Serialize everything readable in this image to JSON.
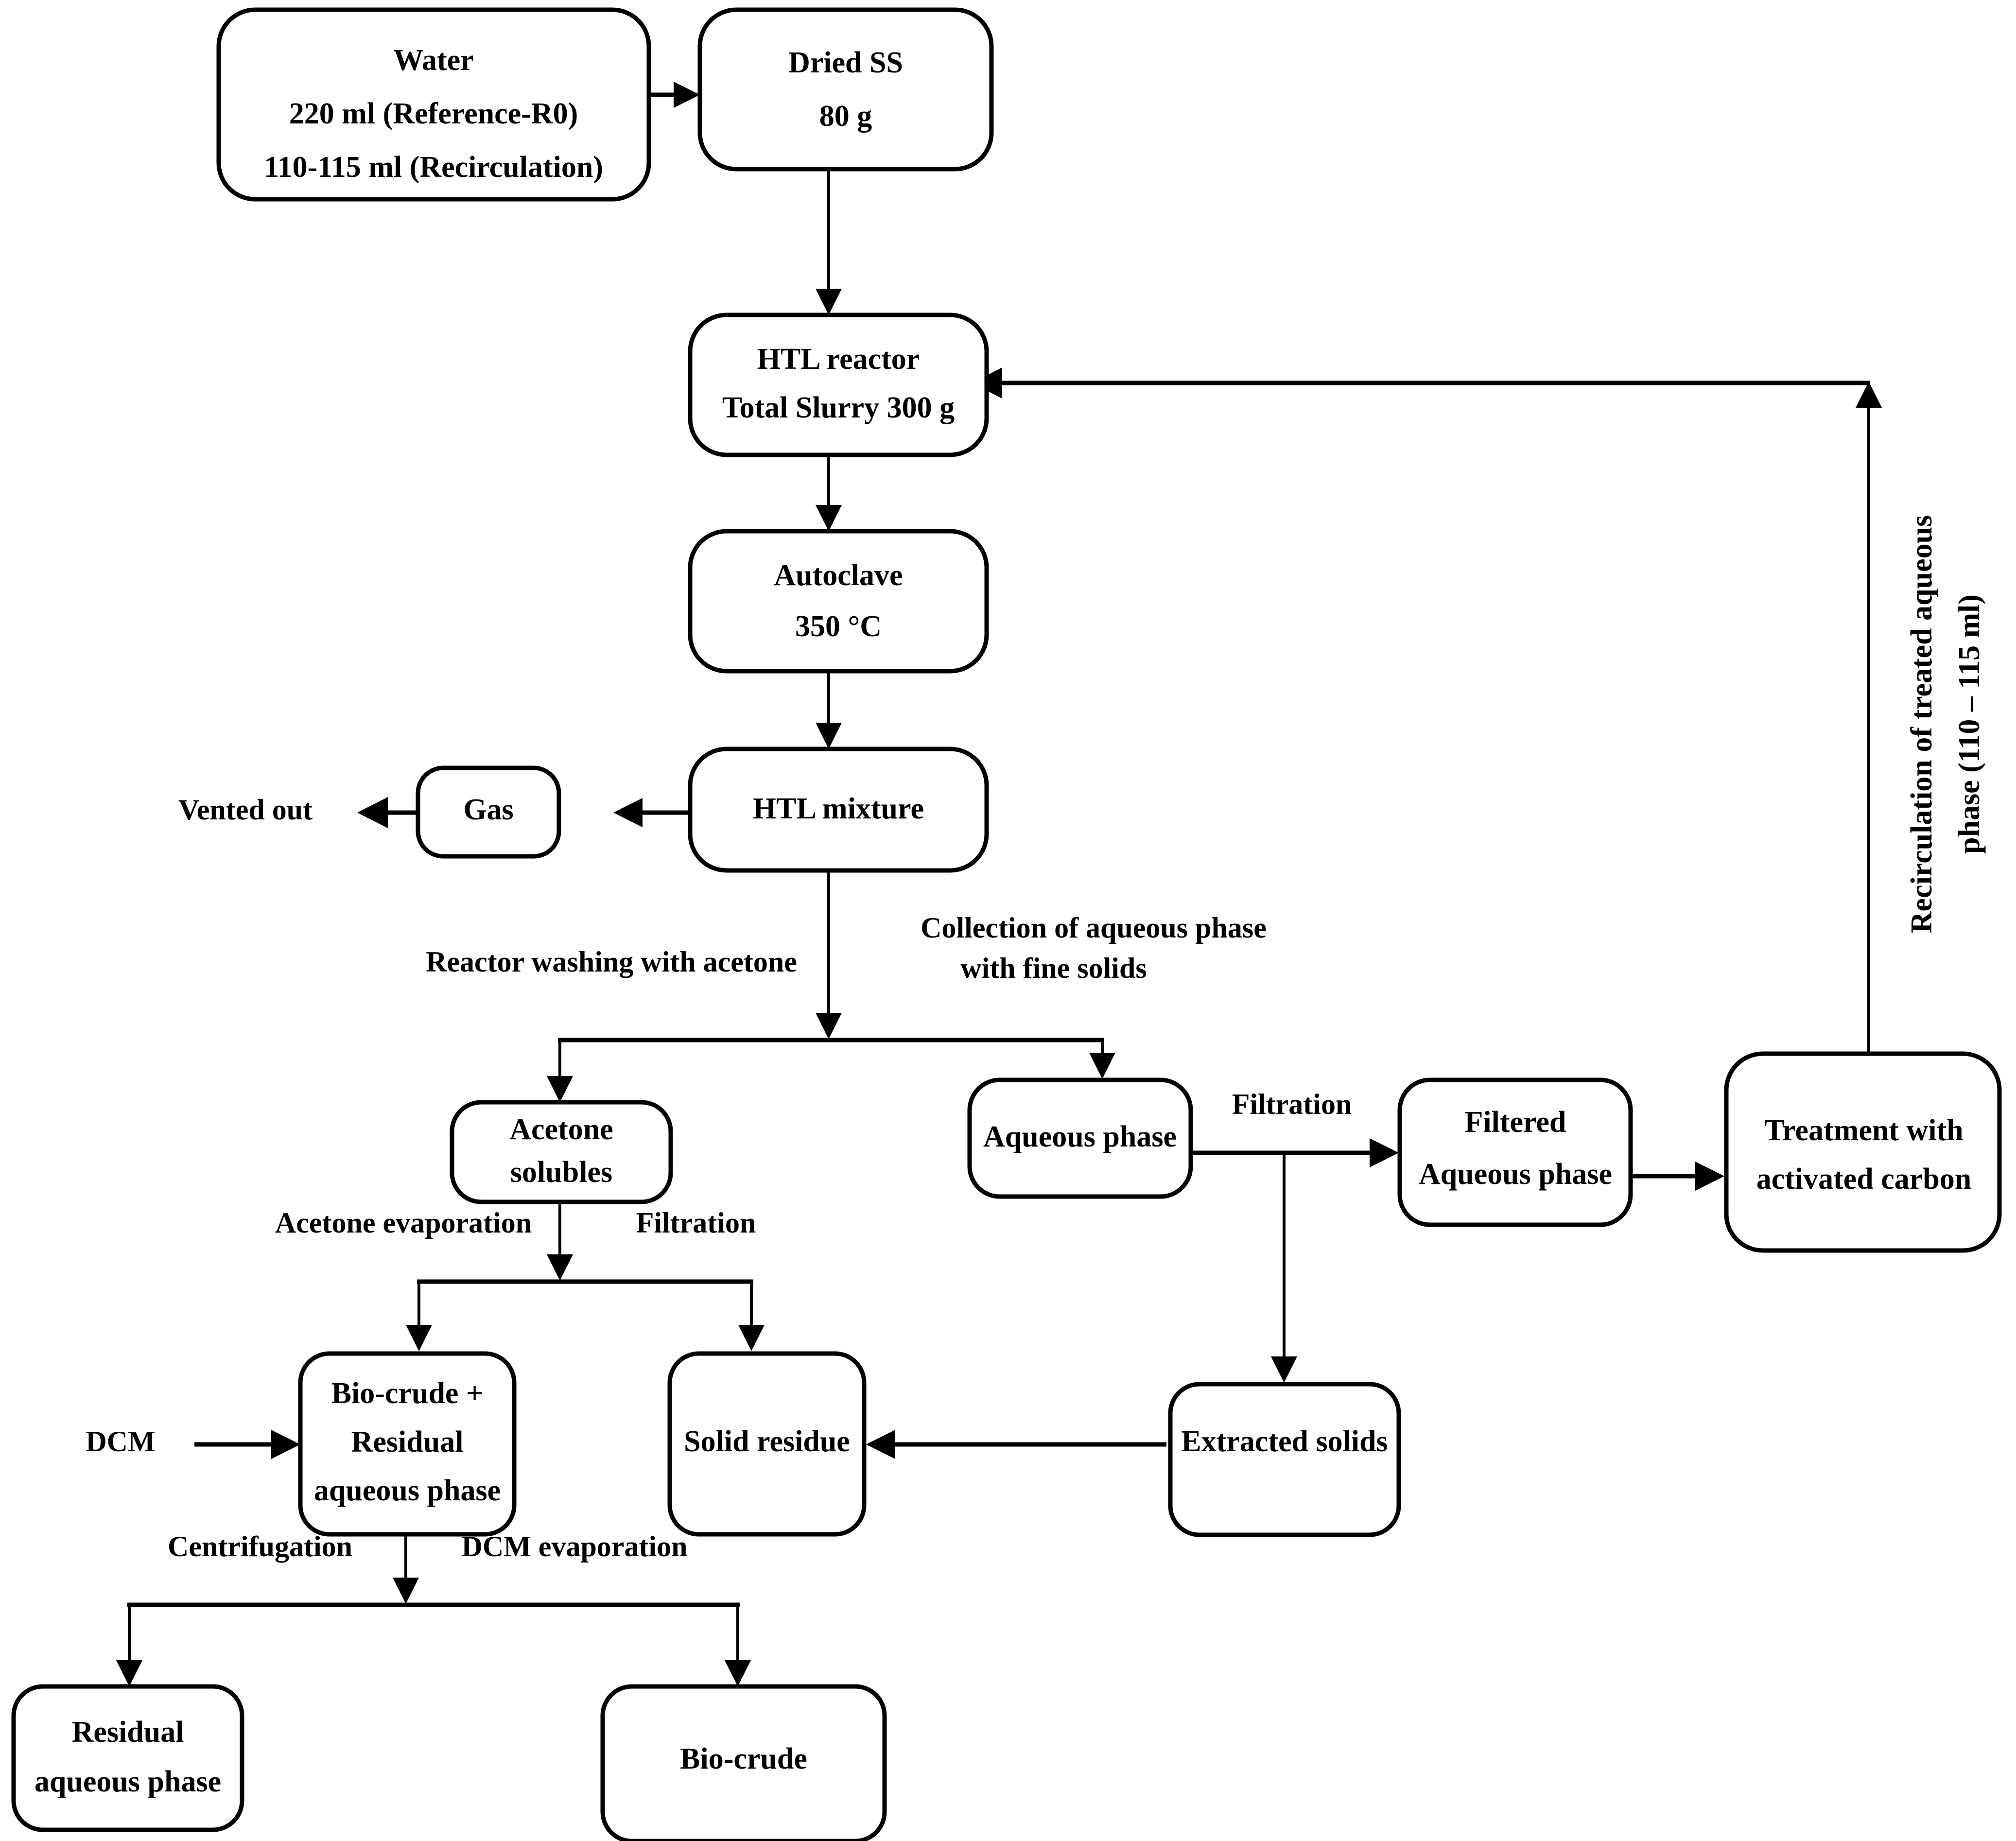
{
  "diagram": {
    "title": "HTL process flow diagram with aqueous phase recirculation",
    "type": "process-flowchart",
    "stroke_color": "#000000",
    "fill_color": "#ffffff"
  },
  "nodes": {
    "water": {
      "id": "water",
      "lines": [
        "Water",
        "220 ml (Reference-R0)",
        "110-115 ml (Recirculation)"
      ]
    },
    "dried_ss": {
      "id": "dried-ss",
      "lines": [
        "Dried SS",
        "80 g"
      ]
    },
    "htl_reactor": {
      "id": "htl-reactor",
      "lines": [
        "HTL reactor",
        "Total Slurry 300 g"
      ]
    },
    "autoclave": {
      "id": "autoclave",
      "lines": [
        "Autoclave",
        "350 °C"
      ]
    },
    "htl_mixture": {
      "id": "htl-mixture",
      "lines": [
        "HTL mixture"
      ]
    },
    "gas": {
      "id": "gas",
      "lines": [
        "Gas"
      ]
    },
    "acetone_solubles": {
      "id": "acetone-solubles",
      "lines": [
        "Acetone",
        "solubles"
      ]
    },
    "aqueous_phase": {
      "id": "aqueous-phase",
      "lines": [
        "Aqueous phase"
      ]
    },
    "filtered_aqueous_phase": {
      "id": "filtered-aqueous-phase",
      "lines": [
        "Filtered",
        "Aqueous phase"
      ]
    },
    "treatment_activated_carbon": {
      "id": "treatment-with-activated-carbon",
      "lines": [
        "Treatment with",
        "activated carbon"
      ]
    },
    "biocrude_residual": {
      "id": "biocrude-plus-residual-aqueous-phase",
      "lines": [
        "Bio-crude +",
        "Residual",
        "aqueous phase"
      ]
    },
    "solid_residue": {
      "id": "solid-residue",
      "lines": [
        "Solid residue"
      ]
    },
    "extracted_solids": {
      "id": "extracted-solids",
      "lines": [
        "Extracted solids"
      ]
    },
    "residual_aqueous_phase": {
      "id": "residual-aqueous-phase",
      "lines": [
        "Residual",
        "aqueous phase"
      ]
    },
    "biocrude": {
      "id": "bio-crude",
      "lines": [
        "Bio-crude"
      ]
    }
  },
  "free_labels": {
    "vented_out": "Vented out",
    "dcm": "DCM"
  },
  "edge_labels": {
    "reactor_washing": "Reactor washing with acetone",
    "collection_aqueous_line1": "Collection of aqueous phase",
    "collection_aqueous_line2": "with fine solids",
    "filtration_aqueous": "Filtration",
    "acetone_evaporation": "Acetone evaporation",
    "filtration_acetone": "Filtration",
    "centrifugation": "Centrifugation",
    "dcm_evaporation": "DCM evaporation",
    "recirculation_line1": "Recirculation of treated aqueous",
    "recirculation_line2": "phase (110 – 115 ml)"
  }
}
